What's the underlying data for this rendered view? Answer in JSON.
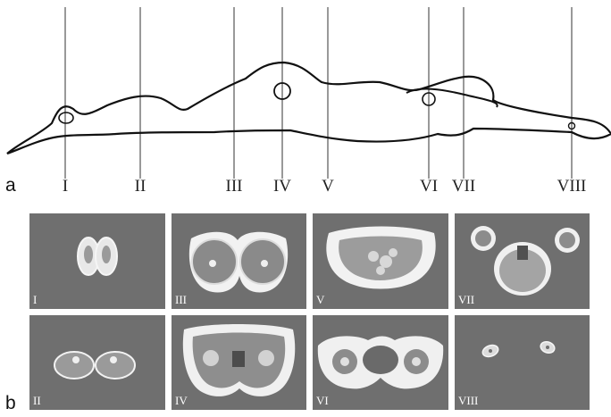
{
  "panels": {
    "a": {
      "letter": "a"
    },
    "b": {
      "letter": "b"
    }
  },
  "section_labels": [
    "I",
    "II",
    "III",
    "IV",
    "V",
    "VI",
    "VII",
    "VIII"
  ],
  "tiles_top": [
    {
      "label": "I"
    },
    {
      "label": "III"
    },
    {
      "label": "V"
    },
    {
      "label": "VII"
    }
  ],
  "tiles_bottom": [
    {
      "label": "II"
    },
    {
      "label": "IV"
    },
    {
      "label": "VI"
    },
    {
      "label": "VIII"
    }
  ]
}
